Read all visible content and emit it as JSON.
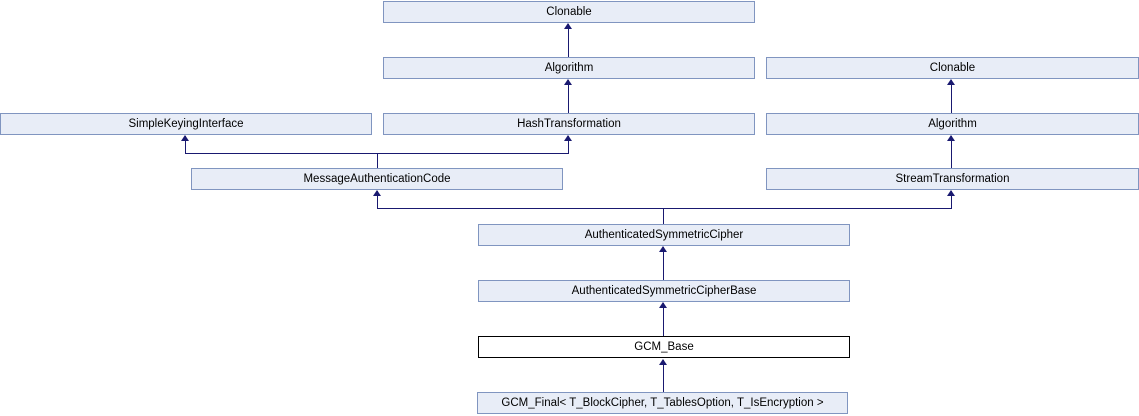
{
  "colors": {
    "background": "#FFFFFF",
    "node_fill": "#E8EDF7",
    "node_border": "#8095C0",
    "current_node_fill": "#FFFFFF",
    "current_node_border": "#000000",
    "edge": "#191970",
    "text": "#000000"
  },
  "diagram": {
    "type": "class-inheritance-graph",
    "nodes": [
      {
        "id": "clonable_1",
        "label": "Clonable"
      },
      {
        "id": "algorithm_1",
        "label": "Algorithm"
      },
      {
        "id": "clonable_2",
        "label": "Clonable"
      },
      {
        "id": "simple_keying_interface",
        "label": "SimpleKeyingInterface"
      },
      {
        "id": "hash_transformation",
        "label": "HashTransformation"
      },
      {
        "id": "algorithm_2",
        "label": "Algorithm"
      },
      {
        "id": "message_authentication_code",
        "label": "MessageAuthenticationCode"
      },
      {
        "id": "stream_transformation",
        "label": "StreamTransformation"
      },
      {
        "id": "authenticated_symmetric_cipher",
        "label": "AuthenticatedSymmetricCipher"
      },
      {
        "id": "authenticated_symmetric_cipher_base",
        "label": "AuthenticatedSymmetricCipherBase"
      },
      {
        "id": "gcm_base",
        "label": "GCM_Base",
        "current": true
      },
      {
        "id": "gcm_final",
        "label": "GCM_Final< T_BlockCipher, T_TablesOption, T_IsEncryption >"
      }
    ],
    "edges": [
      {
        "from": "algorithm_1",
        "to": "clonable_1"
      },
      {
        "from": "hash_transformation",
        "to": "algorithm_1"
      },
      {
        "from": "algorithm_2",
        "to": "clonable_2"
      },
      {
        "from": "stream_transformation",
        "to": "algorithm_2"
      },
      {
        "from": "message_authentication_code",
        "to": "simple_keying_interface"
      },
      {
        "from": "message_authentication_code",
        "to": "hash_transformation"
      },
      {
        "from": "authenticated_symmetric_cipher",
        "to": "message_authentication_code"
      },
      {
        "from": "authenticated_symmetric_cipher",
        "to": "stream_transformation"
      },
      {
        "from": "authenticated_symmetric_cipher_base",
        "to": "authenticated_symmetric_cipher"
      },
      {
        "from": "gcm_base",
        "to": "authenticated_symmetric_cipher_base"
      },
      {
        "from": "gcm_final",
        "to": "gcm_base"
      }
    ]
  }
}
